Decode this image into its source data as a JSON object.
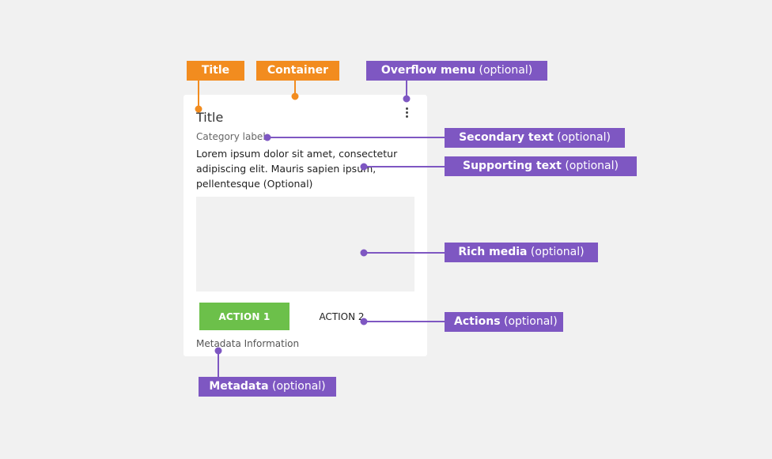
{
  "card": {
    "title": "Title",
    "category_label": "Category label",
    "supporting_text": "Lorem ipsum dolor sit amet, consectetur adipiscing elit. Mauris sapien ipsum, pellentesque (Optional)",
    "action1_label": "ACTION 1",
    "action2_label": "ACTION 2",
    "metadata": "Metadata Information"
  },
  "annotations": {
    "title": {
      "label": "Title"
    },
    "container": {
      "label": "Container"
    },
    "overflow": {
      "label": "Overflow menu",
      "suffix": "(optional)"
    },
    "secondary": {
      "label": "Secondary text",
      "suffix": "(optional)"
    },
    "supporting": {
      "label": "Supporting text",
      "suffix": "(optional)"
    },
    "media": {
      "label": "Rich media",
      "suffix": "(optional)"
    },
    "actions": {
      "label": "Actions",
      "suffix": "(optional)"
    },
    "metadata": {
      "label": "Metadata",
      "suffix": "(optional)"
    }
  },
  "colors": {
    "background": "#f1f1f1",
    "card": "#ffffff",
    "primary_button": "#6cc04a",
    "annotation_orange": "#f28c1f",
    "annotation_purple": "#7e57c2"
  },
  "icons": {
    "overflow": "more-vert-icon"
  }
}
